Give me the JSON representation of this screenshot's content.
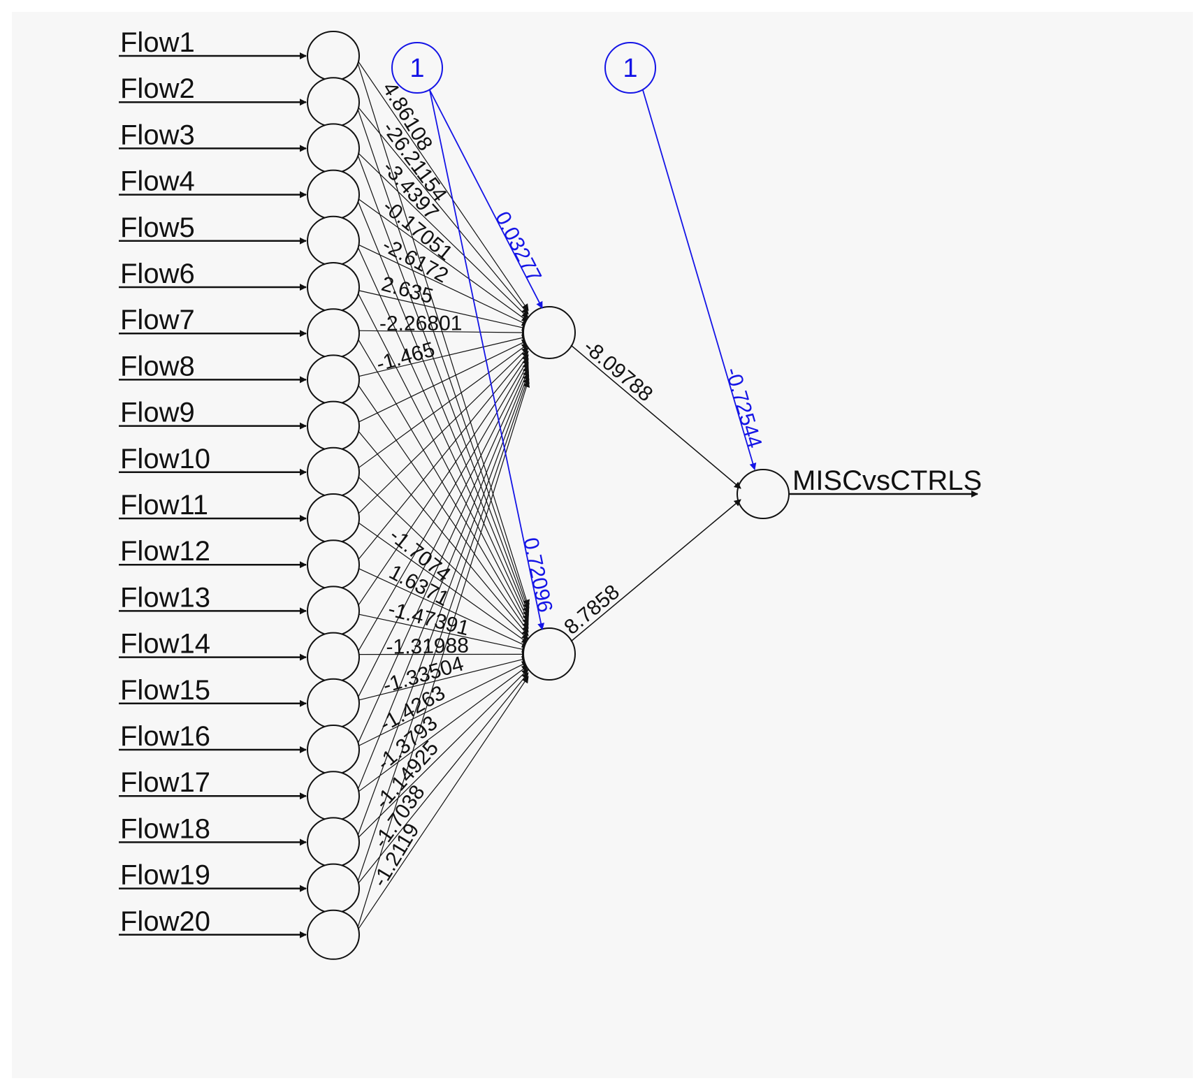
{
  "diagram": {
    "type": "neural-network",
    "inputs": [
      "Flow1",
      "Flow2",
      "Flow3",
      "Flow4",
      "Flow5",
      "Flow6",
      "Flow7",
      "Flow8",
      "Flow9",
      "Flow10",
      "Flow11",
      "Flow12",
      "Flow13",
      "Flow14",
      "Flow15",
      "Flow16",
      "Flow17",
      "Flow18",
      "Flow19",
      "Flow20"
    ],
    "output": "MISCvsCTRLS",
    "bias_label": "1",
    "bias_weights": {
      "hidden1": "0.03277",
      "hidden2": "0.72096",
      "output": "-0.72544"
    },
    "output_weights": {
      "hidden1": "-8.09788",
      "hidden2": "8.7858"
    },
    "input_weight_labels_hidden1": [
      "4.86108",
      "-26.21154",
      "-3.4397",
      "-0.17051",
      "-2.6172",
      "2.635",
      "-2.26801",
      "-1.465"
    ],
    "input_weight_labels_hidden2": [
      "-1.7074",
      "1.6371",
      "-1.47391",
      "-1.31988",
      "-1.33504",
      "-1.4263",
      "-1.3793",
      "-1.14925",
      "-1.7038",
      "-1.2119"
    ],
    "colors": {
      "bias": "#1414e6",
      "line": "#111111",
      "background": "#f7f7f7"
    }
  }
}
